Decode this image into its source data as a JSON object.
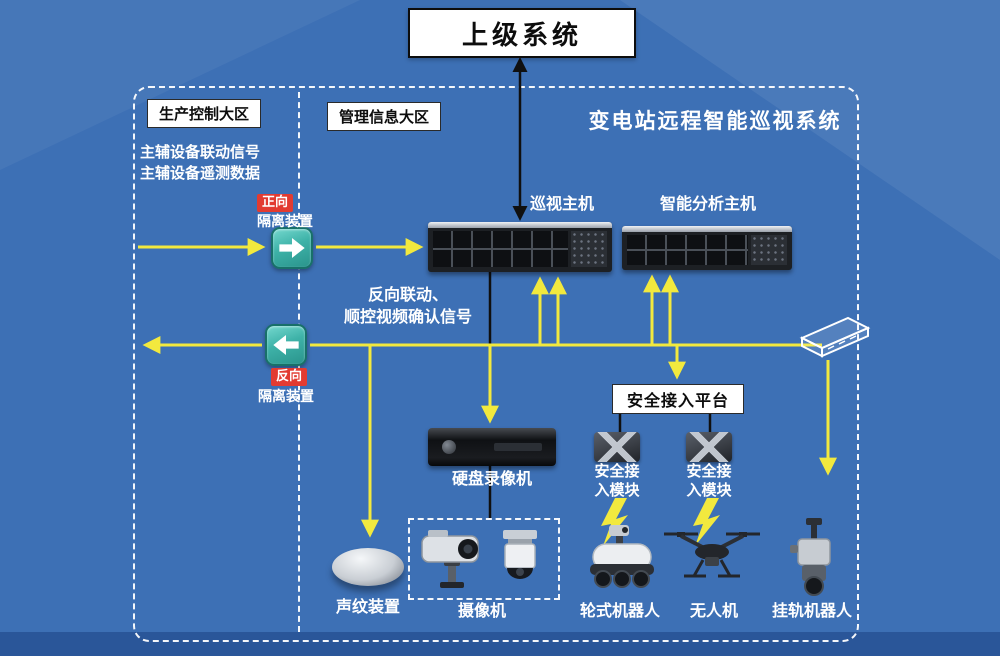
{
  "colors": {
    "background": "#3d70b5",
    "bottom_bar": "#2a5699",
    "arrow_yellow": "#f2e93e",
    "isolation_teal": "#3eb2a8",
    "tag_red": "#e23b31",
    "line_black": "#101010"
  },
  "top_system": {
    "label": "上级系统"
  },
  "zones": {
    "production": {
      "label": "生产控制大区",
      "signal1": "主辅设备联动信号",
      "signal2": "主辅设备遥测数据"
    },
    "management": {
      "label": "管理信息大区",
      "title": "变电站远程智能巡视系统"
    }
  },
  "isolation": {
    "forward": {
      "tag": "正向",
      "name": "隔离装置"
    },
    "reverse": {
      "tag": "反向",
      "name": "隔离装置"
    }
  },
  "signals": {
    "reverse_line1": "反向联动、",
    "reverse_line2": "顺控视频确认信号"
  },
  "hosts": {
    "inspection": "巡视主机",
    "analysis": "智能分析主机"
  },
  "platform": {
    "label": "安全接入平台"
  },
  "devices": {
    "dvr": "硬盘录像机",
    "module": "安全接入模块",
    "voiceprint": "声纹装置",
    "camera": "摄像机",
    "wheel_robot": "轮式机器人",
    "drone": "无人机",
    "rail_robot": "挂轨机器人"
  },
  "icons": {
    "forward_isolation": "teal-square-right-arrow",
    "reverse_isolation": "teal-square-left-arrow",
    "network_switch": "white-outline-switch",
    "lightning": "yellow-bolt"
  }
}
